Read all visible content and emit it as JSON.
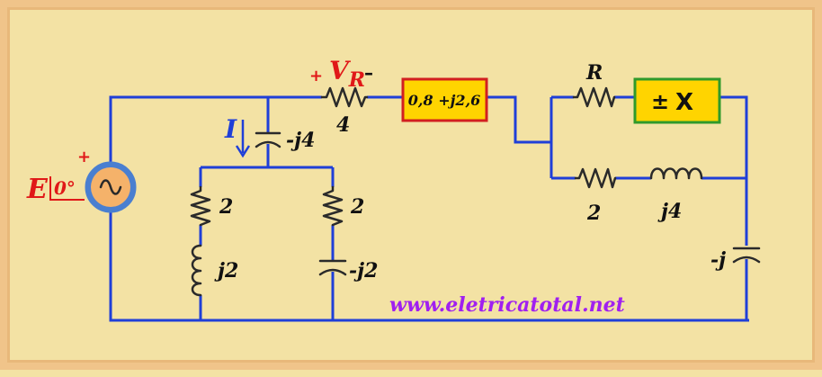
{
  "colors": {
    "wire": "#1f3fd8",
    "component": "#2a2a2a",
    "label": "#111111",
    "accent_red": "#e01818",
    "current_blue": "#1f3fd8",
    "box_fill": "#ffd400",
    "box1_border": "#d21f1f",
    "box2_border": "#2f9a2a",
    "source_fill": "#f5b26a",
    "source_ring": "#4a7fd0",
    "website": "#a020f0"
  },
  "labels": {
    "source_e": "E",
    "source_angle": "0°",
    "source_plus": "+",
    "vr_plus": "+",
    "vr_v": "V",
    "vr_sub": "R",
    "vr_minus": "–",
    "resistor_4": "4",
    "current_i": "I",
    "cap_top": "-j4",
    "res_left": "2",
    "ind_left": "j2",
    "res_mid": "2",
    "cap_mid": "-j2",
    "box1": "0,8 +j2,6",
    "res_r": "R",
    "box2_pm": "±",
    "box2_x": "X",
    "res_2_right": "2",
    "ind_j4": "j4",
    "cap_minus_j": "-j",
    "website": "www.eletricatotal.net"
  },
  "icons": [
    "ac-source-icon",
    "resistor-icon",
    "inductor-icon",
    "capacitor-icon",
    "arrow-down-icon"
  ]
}
